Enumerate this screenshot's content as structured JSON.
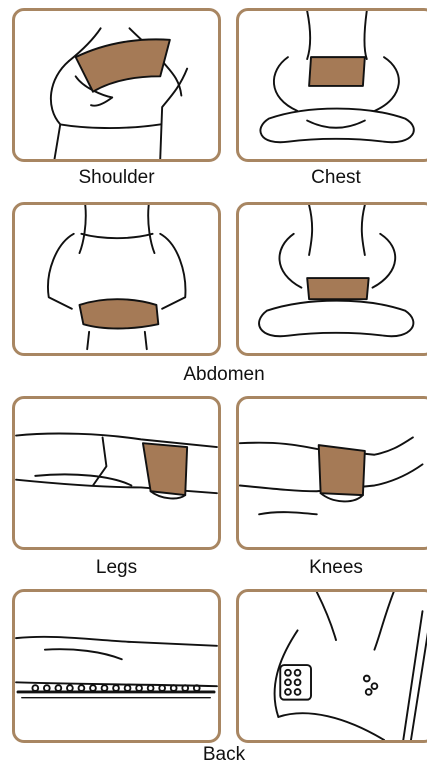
{
  "labels": {
    "shoulder": "Shoulder",
    "chest": "Chest",
    "abdomen": "Abdomen",
    "legs": "Legs",
    "knees": "Knees",
    "back": "Back"
  },
  "colors": {
    "frame": "#a88662",
    "pad": "#a57a56",
    "line": "#111111"
  }
}
